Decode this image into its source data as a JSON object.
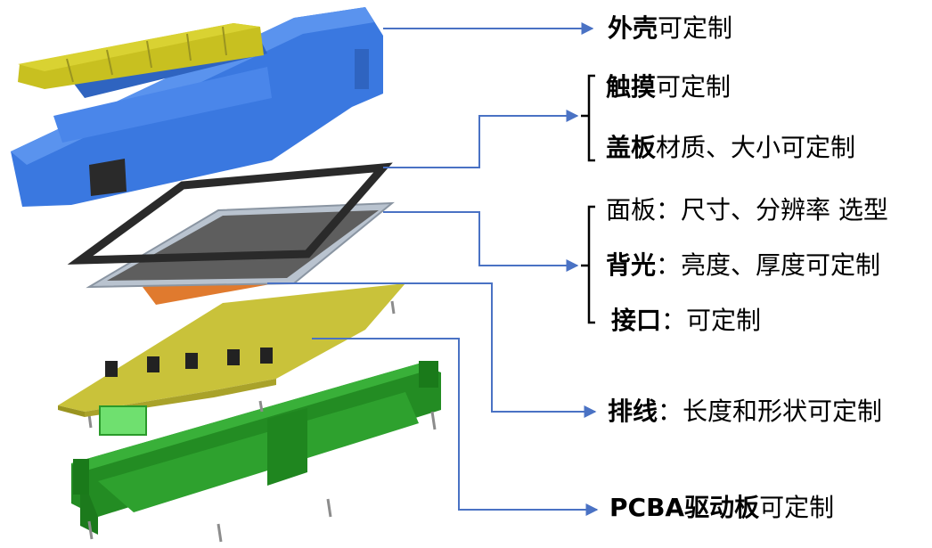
{
  "colors": {
    "leader_line": "#4a72c4",
    "housing": "#3a78e0",
    "touch_strip": "#c8c020",
    "bezel": "#2a2a2a",
    "panel_frame": "#b9c3cf",
    "panel_screen": "#5e5e5e",
    "flex_cable": "#e07a2e",
    "pcb": "#c9c23a",
    "base": "#2a9a2a",
    "connector": "#6fe06f"
  },
  "labels": {
    "shell": {
      "bold": "外壳",
      "rest": "可定制"
    },
    "touch": {
      "bold": "触摸",
      "rest": "可定制"
    },
    "cover": {
      "bold": "盖板",
      "rest": "材质、大小可定制"
    },
    "panel": {
      "bold": "",
      "rest": "面板：尺寸、分辨率 选型"
    },
    "backlight": {
      "bold": "背光",
      "rest": "：亮度、厚度可定制"
    },
    "interface": {
      "bold": "接口",
      "rest": "：可定制"
    },
    "cable": {
      "bold": "排线",
      "rest": "：长度和形状可定制"
    },
    "pcba": {
      "bold": "PCBA驱动板",
      "rest": "可定制"
    }
  }
}
